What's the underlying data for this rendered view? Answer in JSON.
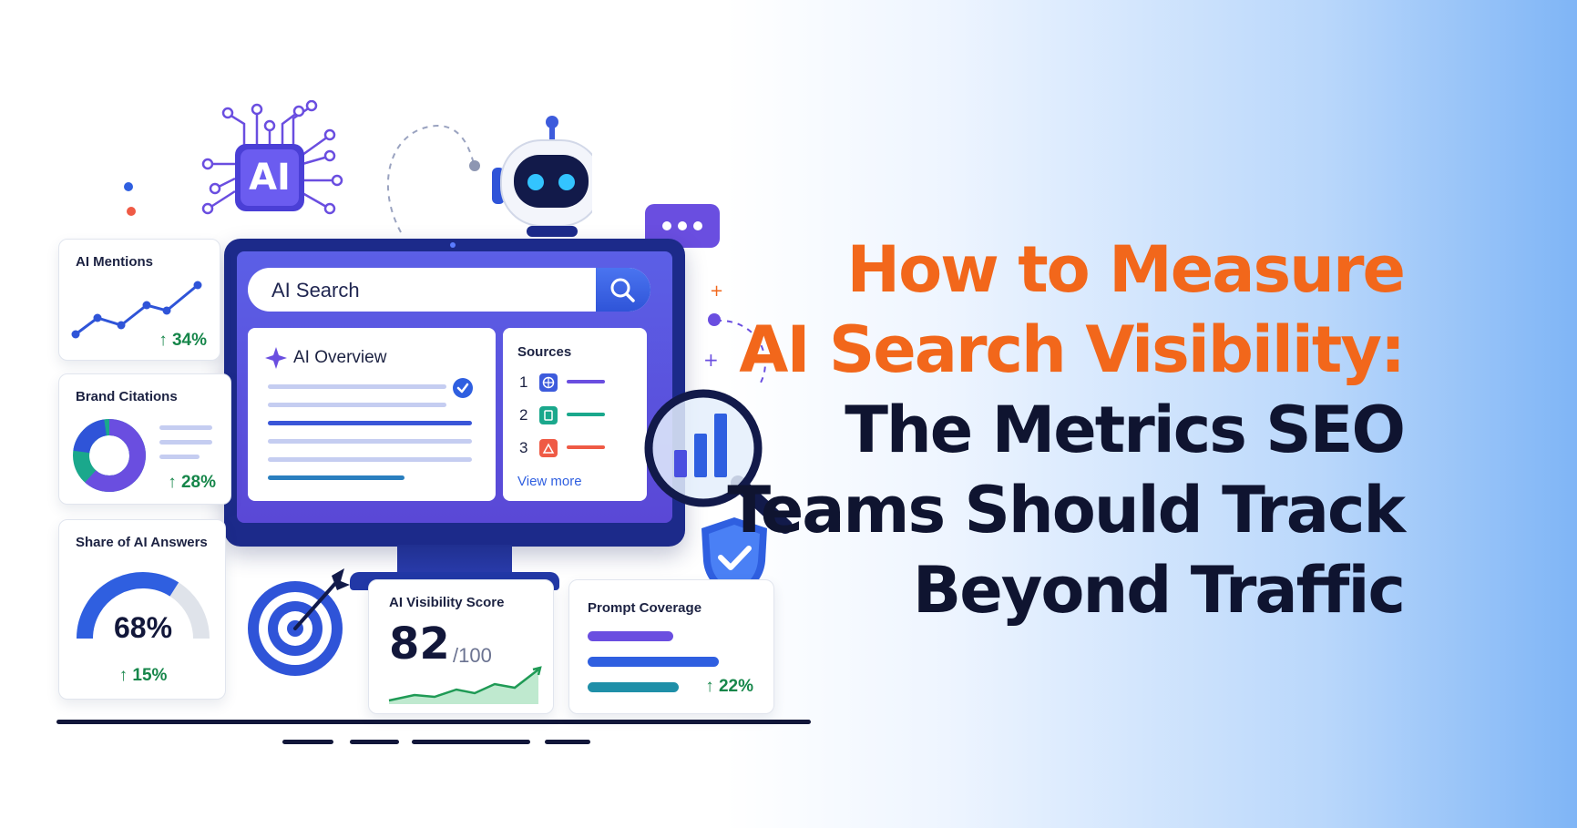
{
  "headline": {
    "line1": "How to Measure",
    "line2": "AI Search Visibility:",
    "line3": "The Metrics SEO",
    "line4": "Teams Should Track",
    "line5": "Beyond Traffic",
    "accent_color": "#f2671b",
    "text_color": "#0f1430"
  },
  "ai_chip": {
    "label": "AI"
  },
  "monitor": {
    "search_label": "AI Search",
    "overview_title": "AI Overview",
    "sources_title": "Sources",
    "sources": [
      {
        "num": "1",
        "icon": "globe-icon",
        "color": "#3d5bdc"
      },
      {
        "num": "2",
        "icon": "document-icon",
        "color": "#1aa88c"
      },
      {
        "num": "3",
        "icon": "image-icon",
        "color": "#ef5a45"
      }
    ],
    "view_more": "View more"
  },
  "cards": {
    "mentions": {
      "title": "AI Mentions",
      "change": "↑ 34%"
    },
    "citations": {
      "title": "Brand Citations",
      "change": "↑ 28%"
    },
    "share": {
      "title": "Share of AI Answers",
      "value": "68%",
      "value_fraction": 0.68,
      "change": "↑ 15%"
    },
    "score": {
      "title": "AI Visibility Score",
      "value": "82",
      "suffix": "/100"
    },
    "prompt": {
      "title": "Prompt Coverage",
      "change": "↑ 22%"
    }
  },
  "colors": {
    "navy": "#1c2a8a",
    "purple": "#6a4ee0",
    "blue": "#2f5fe0",
    "teal": "#1f9aa8",
    "green": "#16864a"
  }
}
